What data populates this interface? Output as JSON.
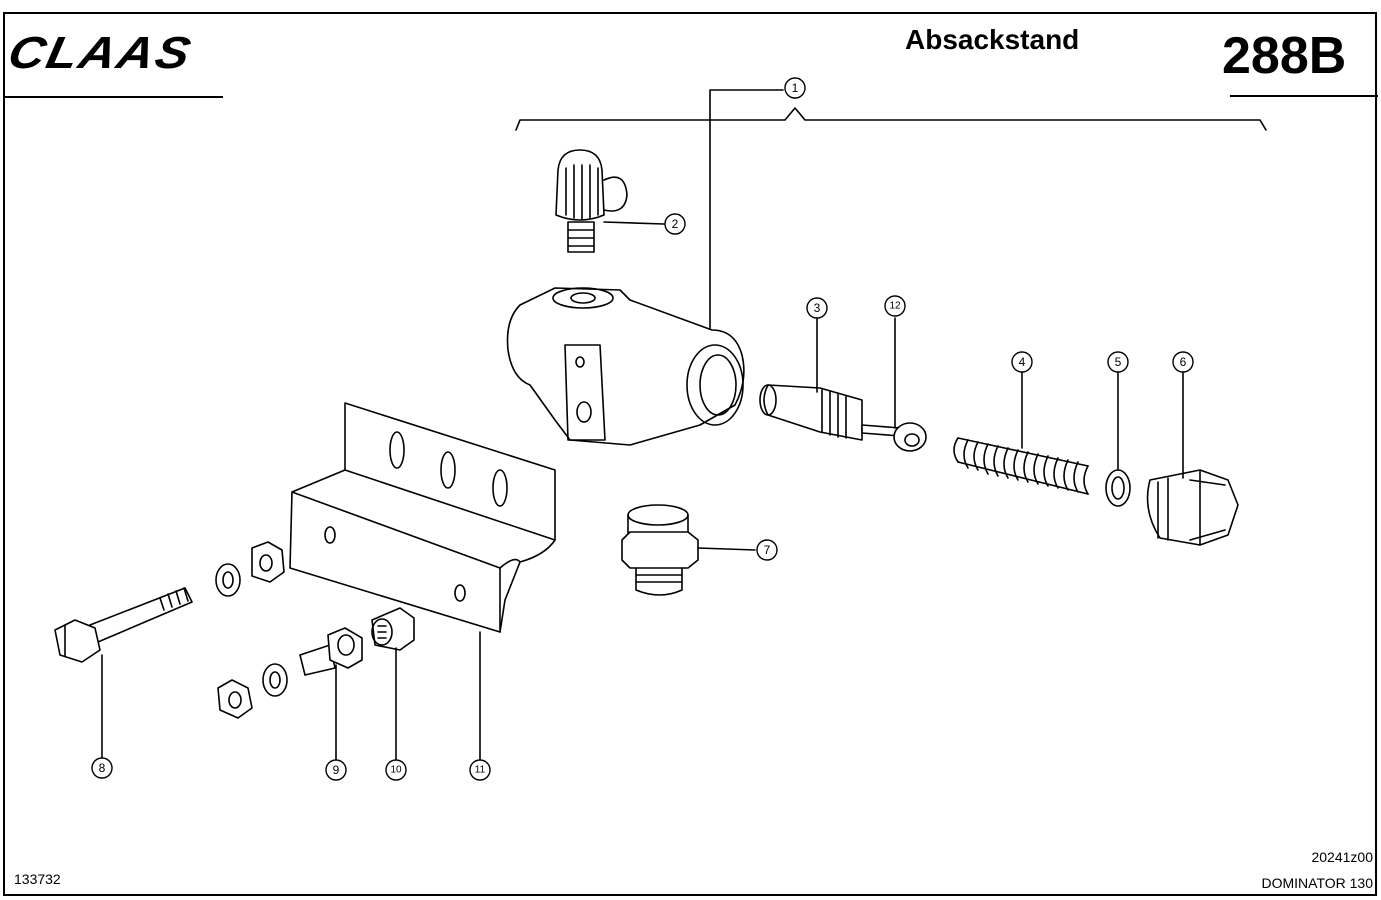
{
  "header": {
    "brand": "CLAAS",
    "title": "Absackstand",
    "page_number": "288B"
  },
  "footer": {
    "catalog_number": "133732",
    "drawing_id": "20241z00",
    "model": "DOMINATOR 130"
  },
  "callouts": [
    "1",
    "2",
    "3",
    "4",
    "5",
    "6",
    "7",
    "8",
    "9",
    "10",
    "11",
    "12"
  ]
}
